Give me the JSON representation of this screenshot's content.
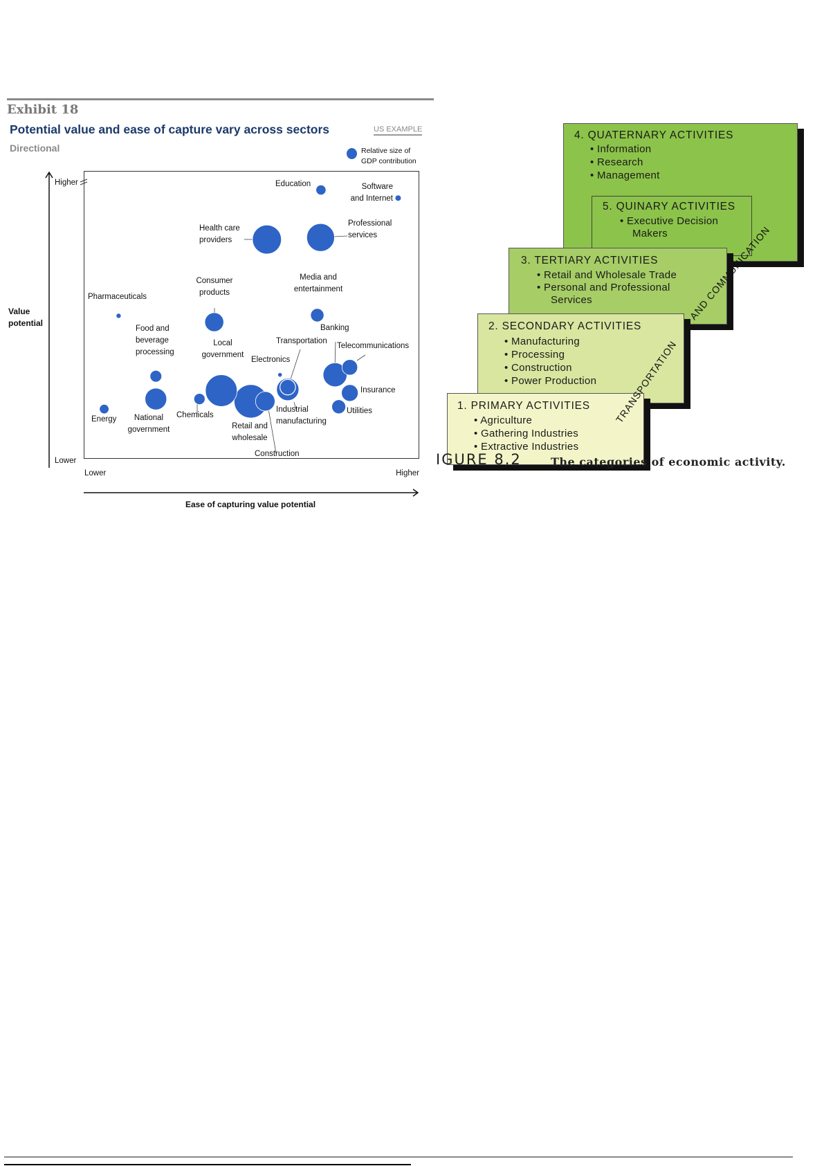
{
  "left_exhibit": {
    "exhibit_label": "Exhibit 18",
    "title": "Potential value and ease of capture vary across sectors",
    "subtitle": "Directional",
    "tag": "US EXAMPLE",
    "legend": "Relative size of GDP contribution"
  },
  "chart_data": {
    "type": "scatter",
    "title": "Potential value and ease of capture vary across sectors",
    "xlabel": "Ease of capturing value potential",
    "ylabel": "Value potential",
    "x_ticks": [
      "Lower",
      "Higher"
    ],
    "y_ticks": [
      "Higher",
      "Lower"
    ],
    "xlim": [
      0,
      100
    ],
    "ylim": [
      0,
      100
    ],
    "grid": false,
    "legend_position": "top-right",
    "bubble_color": "#2e64c6",
    "points": [
      {
        "name": "Education",
        "x": 70.7,
        "y": 96.5,
        "size": 18
      },
      {
        "name": "Software and Internet",
        "x": 93.7,
        "y": 93.7,
        "size": 11
      },
      {
        "name": "Health care providers",
        "x": 54.6,
        "y": 79.3,
        "size": 52
      },
      {
        "name": "Professional services",
        "x": 70.6,
        "y": 80.0,
        "size": 50
      },
      {
        "name": "Pharmaceuticals",
        "x": 10.4,
        "y": 52.8,
        "size": 9
      },
      {
        "name": "Consumer products",
        "x": 38.9,
        "y": 50.6,
        "size": 34
      },
      {
        "name": "Media and entertainment",
        "x": 69.6,
        "y": 53.0,
        "size": 24
      },
      {
        "name": "Food and beverage processing",
        "x": 21.5,
        "y": 31.8,
        "size": 21
      },
      {
        "name": "National government",
        "x": 21.5,
        "y": 23.9,
        "size": 39
      },
      {
        "name": "Energy",
        "x": 6.1,
        "y": 20.4,
        "size": 17
      },
      {
        "name": "Chemicals",
        "x": 34.5,
        "y": 23.9,
        "size": 20
      },
      {
        "name": "Local government",
        "x": 41.0,
        "y": 26.8,
        "size": 57
      },
      {
        "name": "Retail and wholesale",
        "x": 49.8,
        "y": 23.1,
        "size": 60
      },
      {
        "name": "Construction",
        "x": 54.1,
        "y": 23.1,
        "size": 35
      },
      {
        "name": "Electronics",
        "x": 58.5,
        "y": 32.3,
        "size": 8
      },
      {
        "name": "Industrial manufacturing",
        "x": 60.8,
        "y": 27.2,
        "size": 40
      },
      {
        "name": "Transportation",
        "x": 60.8,
        "y": 28.0,
        "size": 28
      },
      {
        "name": "Banking",
        "x": 74.9,
        "y": 32.3,
        "size": 43
      },
      {
        "name": "Telecommunications",
        "x": 79.3,
        "y": 34.9,
        "size": 28
      },
      {
        "name": "Insurance",
        "x": 79.3,
        "y": 26.0,
        "size": 30
      },
      {
        "name": "Utilities",
        "x": 76.0,
        "y": 21.2,
        "size": 25
      }
    ]
  },
  "labels": {
    "education": "Education",
    "software_1": "Software",
    "software_2": "and Internet",
    "health_1": "Health care",
    "health_2": "providers",
    "prof_1": "Professional",
    "prof_2": "services",
    "pharma": "Pharmaceuticals",
    "consumer_1": "Consumer",
    "consumer_2": "products",
    "media_1": "Media and",
    "media_2": "entertainment",
    "food_1": "Food and",
    "food_2": "beverage",
    "food_3": "processing",
    "local_1": "Local",
    "local_2": "government",
    "electronics": "Electronics",
    "transportation": "Transportation",
    "banking": "Banking",
    "telecom": "Telecommunications",
    "insurance": "Insurance",
    "utilities": "Utilities",
    "energy": "Energy",
    "national_1": "National",
    "national_2": "government",
    "chemicals": "Chemicals",
    "retail_1": "Retail and",
    "retail_2": "wholesale",
    "industrial_1": "Industrial",
    "industrial_2": "manufacturing",
    "construction": "Construction",
    "y_high": "Higher",
    "y_low": "Lower",
    "x_low": "Lower",
    "x_high": "Higher",
    "y_axis_1": "Value",
    "y_axis_2": "potential",
    "x_axis": "Ease of capturing value potential"
  },
  "right_figure": {
    "quaternary": {
      "title": "4.  QUATERNARY ACTIVITIES",
      "items": [
        "• Information",
        "• Research",
        "• Management"
      ]
    },
    "quinary": {
      "title": "5.  QUINARY ACTIVITIES",
      "items": [
        "• Executive Decision",
        "Makers"
      ]
    },
    "tertiary": {
      "title": "3.  TERTIARY ACTIVITIES",
      "items": [
        "• Retail and Wholesale Trade",
        "• Personal and Professional",
        "Services"
      ]
    },
    "secondary": {
      "title": "2.  SECONDARY ACTIVITIES",
      "items": [
        "• Manufacturing",
        "• Processing",
        "• Construction",
        "• Power Production"
      ]
    },
    "primary": {
      "title": "1.  PRIMARY ACTIVITIES",
      "items": [
        "• Agriculture",
        "• Gathering Industries",
        "• Extractive Industries"
      ]
    },
    "diagonal_1": "TRANSPORTATION",
    "diagonal_2": "AND COMMUNICATION",
    "figure_label": "IGURE 8.2",
    "caption": "The categories of economic activity.",
    "colors": {
      "quaternary": "#8cc34a",
      "tertiary": "#a6cd66",
      "secondary": "#d8e6a0",
      "primary": "#f3f5c9"
    }
  }
}
